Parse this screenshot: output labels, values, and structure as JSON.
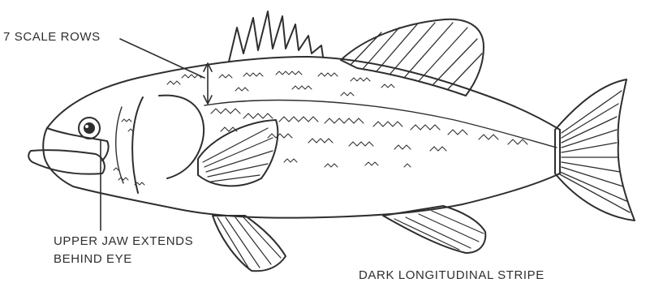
{
  "labels": {
    "scale_rows": "7 SCALE ROWS",
    "upper_jaw_line1": "UPPER JAW EXTENDS",
    "upper_jaw_line2": "BEHIND EYE",
    "dark_stripe": "DARK LONGITUDINAL STRIPE"
  },
  "colors": {
    "ink": "#2e2e2e",
    "background": "#ffffff"
  }
}
